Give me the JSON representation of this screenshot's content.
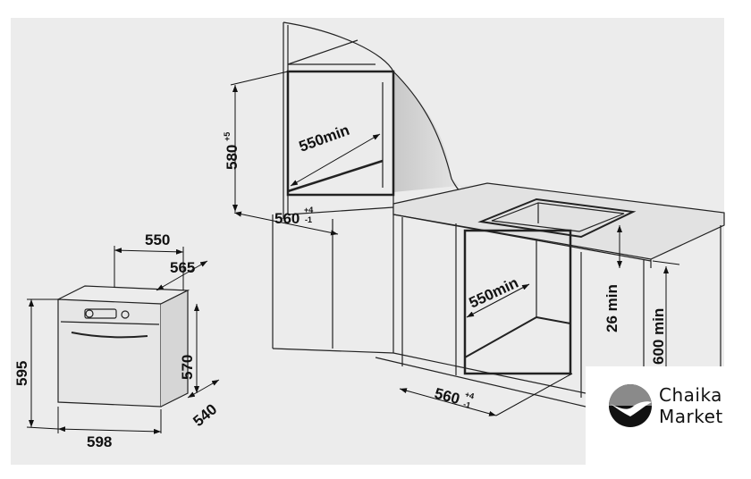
{
  "diagram": {
    "niche_upper": {
      "height": "580",
      "height_tol": "+5",
      "depth": "550min",
      "width": "560",
      "width_tol_plus": "+4",
      "width_tol_minus": "-1"
    },
    "niche_lower": {
      "depth": "550min",
      "width": "560",
      "width_tol_plus": "+4",
      "width_tol_minus": "-1",
      "gap": "26 min",
      "height": "600 min"
    },
    "oven": {
      "depth_top": "550",
      "depth_total": "565",
      "height_total": "595",
      "height_body": "570",
      "width": "598",
      "depth_body": "540"
    }
  },
  "logo": {
    "line1": "Chaika",
    "line2": "Market"
  },
  "colors": {
    "paper": "#ececec",
    "ink": "#111111",
    "logo_gray": "#8a8a8a"
  }
}
